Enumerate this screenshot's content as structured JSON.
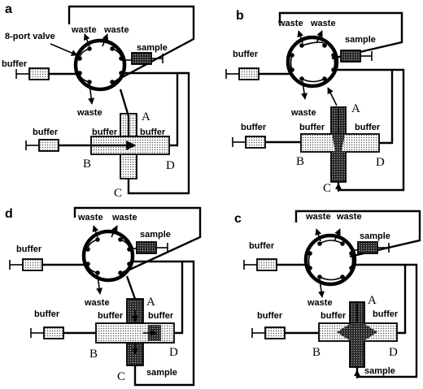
{
  "panels": [
    {
      "id": "a",
      "valve_label": "8-port valve",
      "labels": {
        "waste1": "waste",
        "waste2": "waste",
        "waste3": "waste",
        "sample": "sample",
        "buffer_syringe": "buffer",
        "buffer_lower": "buffer",
        "buffer_left": "buffer",
        "buffer_right": "buffer",
        "sample_tail": ""
      },
      "ports": {
        "A": "A",
        "B": "B",
        "C": "C",
        "D": "D"
      }
    },
    {
      "id": "b",
      "valve_label": "",
      "labels": {
        "waste1": "waste",
        "waste2": "waste",
        "waste3": "waste",
        "sample": "sample",
        "buffer_syringe": "buffer",
        "buffer_lower": "buffer",
        "buffer_left": "buffer",
        "buffer_right": "buffer",
        "sample_tail": ""
      },
      "ports": {
        "A": "A",
        "B": "B",
        "C": "C",
        "D": "D"
      }
    },
    {
      "id": "d",
      "valve_label": "",
      "labels": {
        "waste1": "waste",
        "waste2": "waste",
        "waste3": "waste",
        "sample": "sample",
        "buffer_syringe": "buffer",
        "buffer_lower": "buffer",
        "buffer_left": "buffer",
        "buffer_right": "buffer",
        "sample_tail": "sample"
      },
      "ports": {
        "A": "A",
        "B": "B",
        "C": "C",
        "D": "D"
      }
    },
    {
      "id": "c",
      "valve_label": "",
      "labels": {
        "waste1": "waste",
        "waste2": "waste",
        "waste3": "waste",
        "sample": "sample",
        "buffer_syringe": "buffer",
        "buffer_lower": "buffer",
        "buffer_left": "buffer",
        "buffer_right": "buffer",
        "sample_tail": "sample"
      },
      "ports": {
        "A": "A",
        "B": "B",
        "C": "C",
        "D": "D"
      }
    }
  ],
  "colors": {
    "ink": "#000000",
    "dots": "#555555",
    "paper": "#ffffff"
  }
}
